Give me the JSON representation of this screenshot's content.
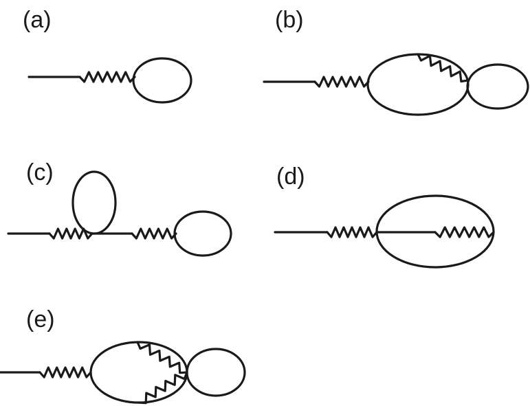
{
  "panels": [
    {
      "id": "a",
      "label": "(a)"
    },
    {
      "id": "b",
      "label": "(b)"
    },
    {
      "id": "c",
      "label": "(c)"
    },
    {
      "id": "d",
      "label": "(d)"
    },
    {
      "id": "e",
      "label": "(e)"
    }
  ],
  "colors": {
    "ink": "#1a1a1a",
    "background": "#ffffff"
  }
}
